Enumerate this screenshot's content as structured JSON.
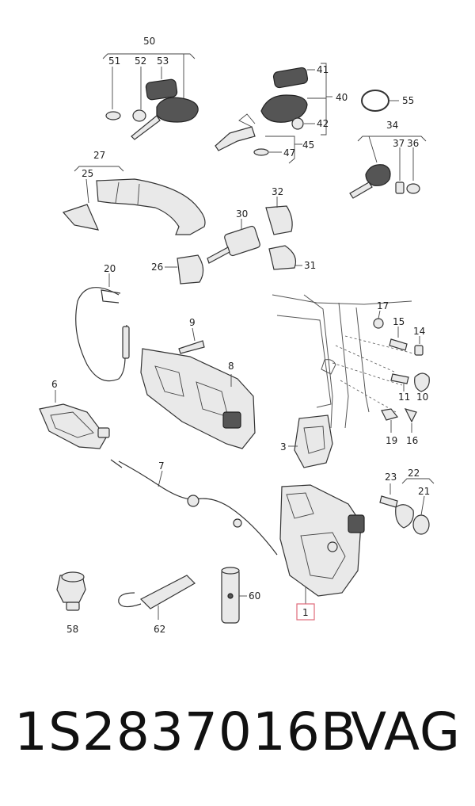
{
  "callouts": {
    "c50": "50",
    "c51": "51",
    "c52": "52",
    "c53": "53",
    "c41": "41",
    "c40": "40",
    "c42": "42",
    "c45": "45",
    "c47": "47",
    "c55": "55",
    "c34": "34",
    "c37": "37",
    "c36": "36",
    "c27": "27",
    "c25": "25",
    "c32": "32",
    "c30": "30",
    "c31": "31",
    "c26": "26",
    "c20": "20",
    "c9": "9",
    "c8": "8",
    "c17": "17",
    "c15": "15",
    "c14": "14",
    "c11": "11",
    "c10": "10",
    "c19": "19",
    "c16": "16",
    "c6": "6",
    "c3": "3",
    "c7": "7",
    "c23": "23",
    "c22": "22",
    "c21": "21",
    "c1": "1",
    "c58": "58",
    "c62": "62",
    "c60": "60"
  },
  "highlight_color": "#e06a7a",
  "footer": {
    "part_number": "1S2837016B",
    "brand": "VAG"
  }
}
